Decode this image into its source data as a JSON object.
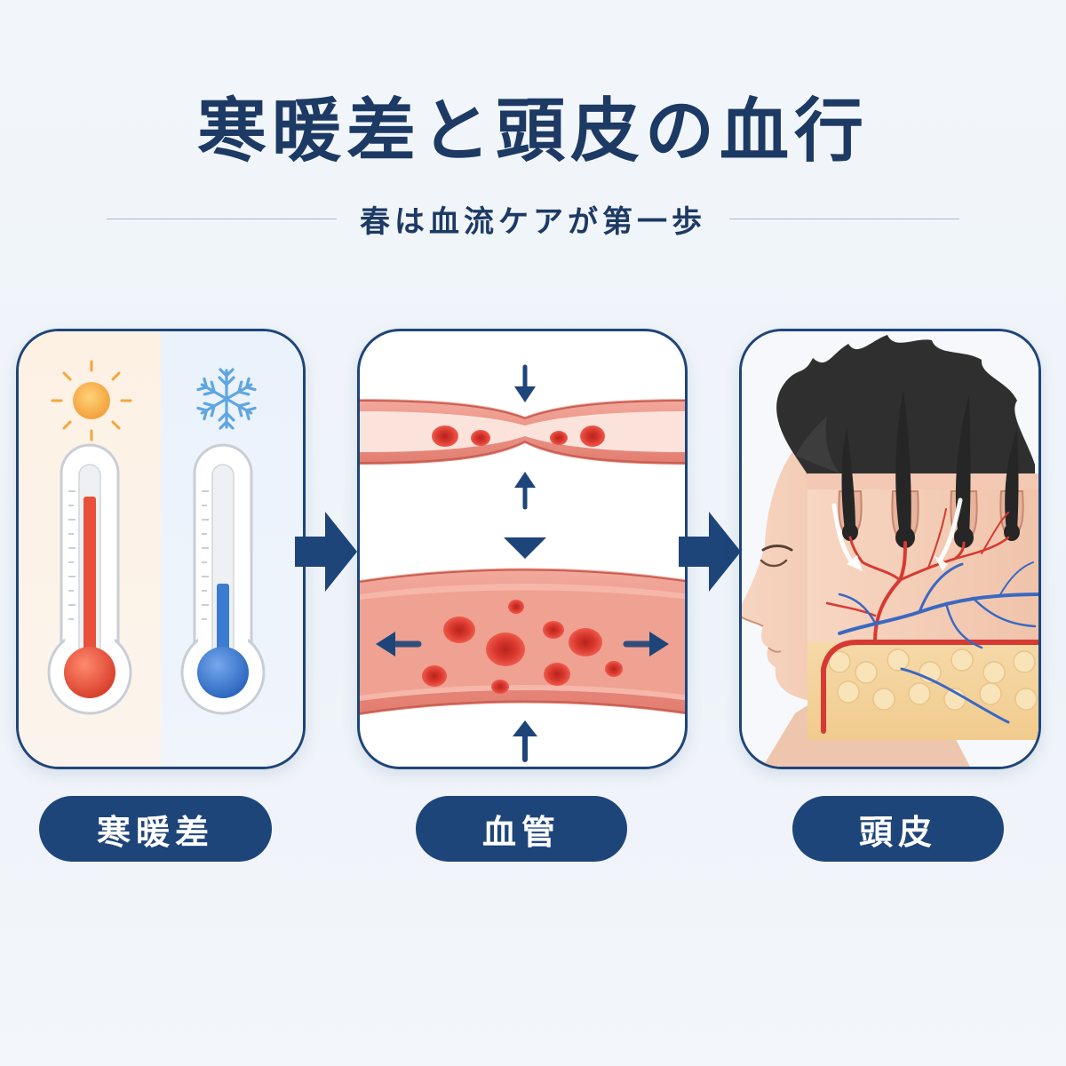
{
  "title": "寒暖差と頭皮の血行",
  "subtitle": "春は血流ケアが第一歩",
  "panels": [
    {
      "label": "寒暖差",
      "icons": [
        "sun-icon",
        "snowflake-icon"
      ]
    },
    {
      "label": "血管",
      "icons": [
        "arrow-down-icon",
        "arrow-up-icon",
        "arrow-left-icon",
        "arrow-right-icon"
      ]
    },
    {
      "label": "頭皮",
      "icons": [
        "face-icon",
        "hair-follicle-icon"
      ]
    }
  ],
  "colors": {
    "navy": "#1e4579",
    "title": "#1d3a64",
    "hot": "#e8503a",
    "cold": "#3b7bd0",
    "vessel": "#e47b6e",
    "blood_cell": "#d83a30",
    "sun": "#f3a73a",
    "snow": "#5fa6e0"
  }
}
